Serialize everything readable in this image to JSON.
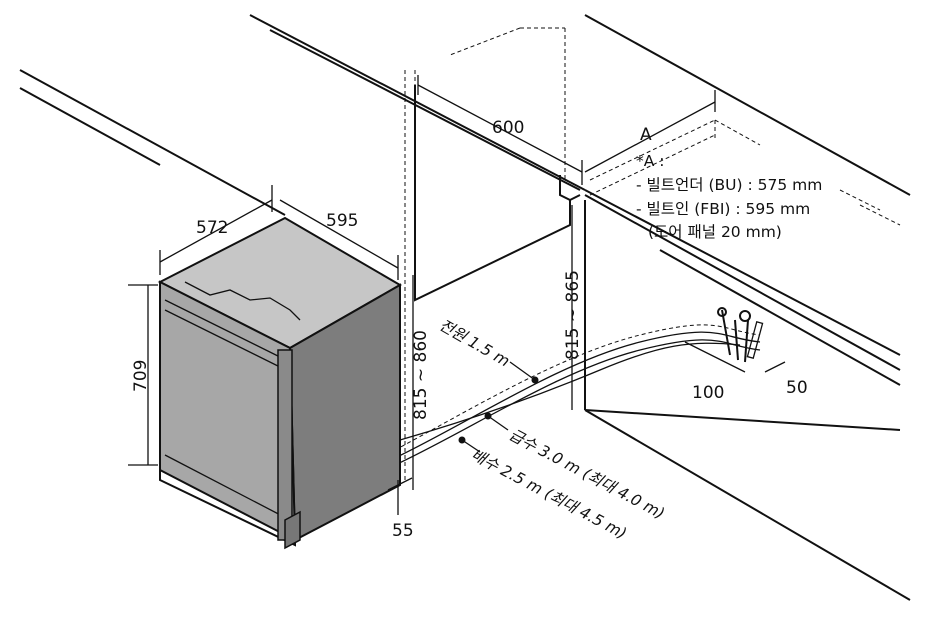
{
  "dimensions": {
    "cabinet_width": "600",
    "appliance_depth": "572",
    "appliance_width": "595",
    "appliance_height": "709",
    "recess_height": "815 ~ 860",
    "cabinet_height": "815 ~ 865",
    "offset_bottom": "55",
    "outlet_offset_100": "100",
    "outlet_offset_50": "50",
    "a_label": "A"
  },
  "a_note": {
    "title": "*A :",
    "line_bu": "- 빌트언더 (BU) : 575 mm",
    "line_fbi": "- 빌트인 (FBI) : 595 mm",
    "line_panel": "(도어 패널 20 mm)"
  },
  "hoses": {
    "power": "전원 1.5 m",
    "water_supply": "급수 3.0 m (최대 4.0 m)",
    "drain": "배수 2.5 m (최대 4.5 m)"
  },
  "colors": {
    "appliance_front": "#a7a7a7",
    "appliance_top": "#c6c6c6",
    "appliance_side": "#7d7d7d",
    "line": "#111111"
  }
}
